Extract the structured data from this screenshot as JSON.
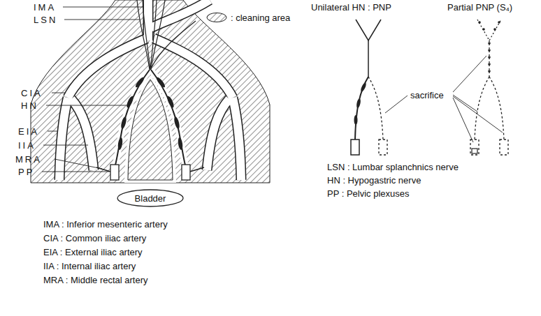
{
  "diagram": {
    "nodes": [
      {
        "text": [
          "Bladder"
        ]
      }
    ],
    "edges": [],
    "labels": [
      "IMA",
      "LSN",
      "CIA",
      "HN",
      "EIA",
      "IIA",
      "MRA",
      "PP",
      "IMA : Inferior mesenteric artery",
      "CIA : Common iliac artery",
      "EIA : External iliac artery",
      "IIA : Internal iliac artery",
      "MRA : Middle rectal artery",
      "Unilateral HN : PNP",
      "Partial PNP (S₄)",
      "sacrifice",
      "LSN : Lumbar splanchnics nerve",
      "HN : Hypogastric nerve",
      "PP : Pelvic plexuses"
    ],
    "legend": [
      {
        "text": ": cleaning area"
      }
    ]
  }
}
